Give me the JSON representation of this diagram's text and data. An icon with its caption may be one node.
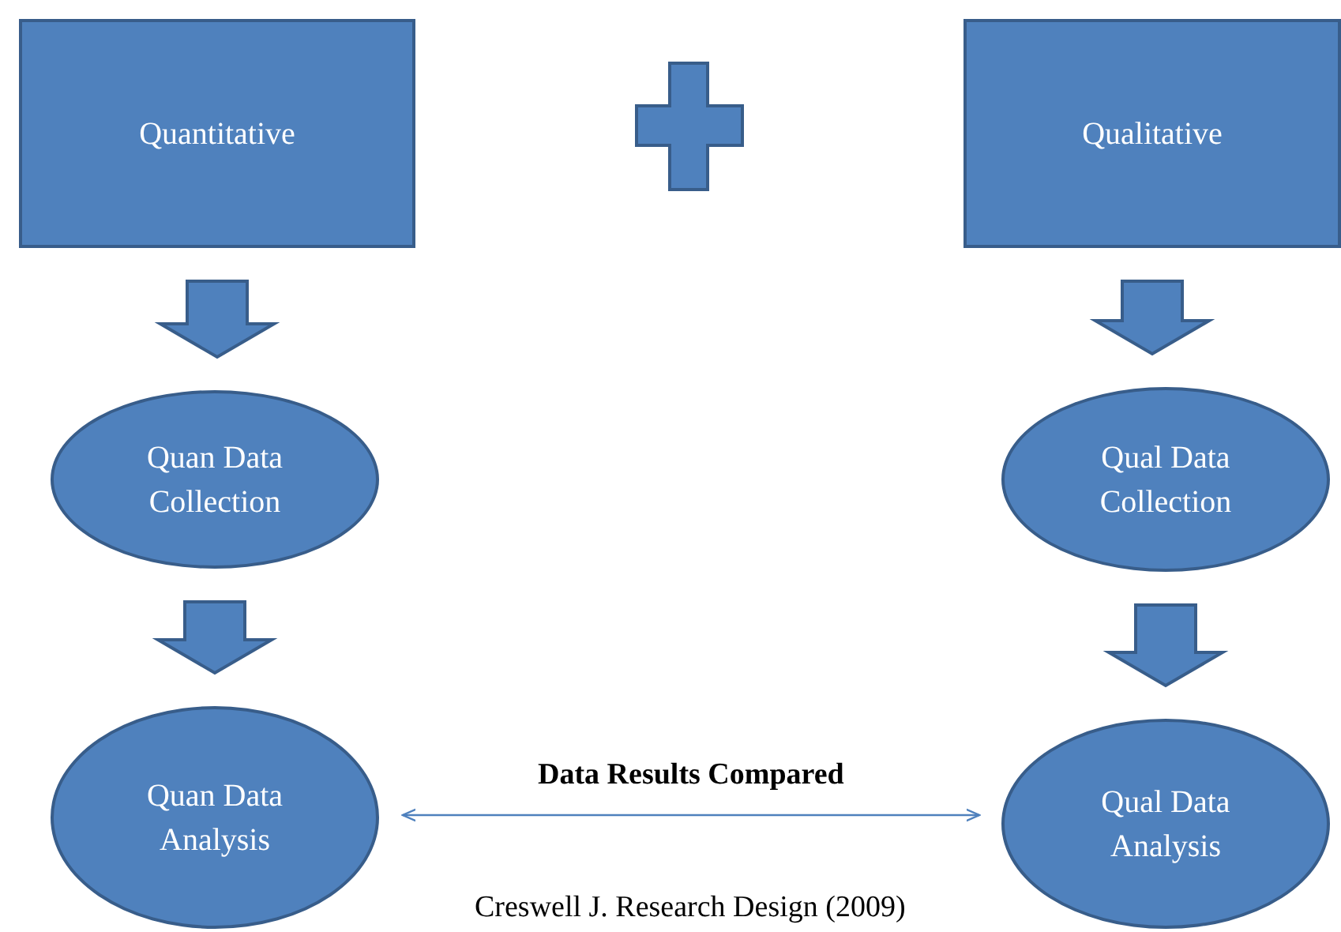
{
  "diagram": {
    "caption": "Creswell J. Research Design (2009)",
    "nodes": [
      {
        "text": [
          "Quantitative"
        ]
      },
      {
        "text": [
          "Qualitative"
        ]
      },
      {
        "text": [
          "Quan Data Collection"
        ]
      },
      {
        "text": [
          "Quan Data Analysis"
        ]
      },
      {
        "text": [
          "Qual Data Collection"
        ]
      },
      {
        "text": [
          "Qual Data Analysis"
        ]
      }
    ],
    "edges": [
      {
        "from": 0,
        "to": 2,
        "arrow": "to",
        "style": "thick"
      },
      {
        "from": 2,
        "to": 3,
        "arrow": "to",
        "style": "thick"
      },
      {
        "from": 1,
        "to": 4,
        "arrow": "to",
        "style": "thick"
      },
      {
        "from": 4,
        "to": 5,
        "arrow": "to",
        "style": "thick"
      },
      {
        "from": 3,
        "to": 5,
        "arrow": "both",
        "label": "Data Results Compared"
      }
    ]
  }
}
